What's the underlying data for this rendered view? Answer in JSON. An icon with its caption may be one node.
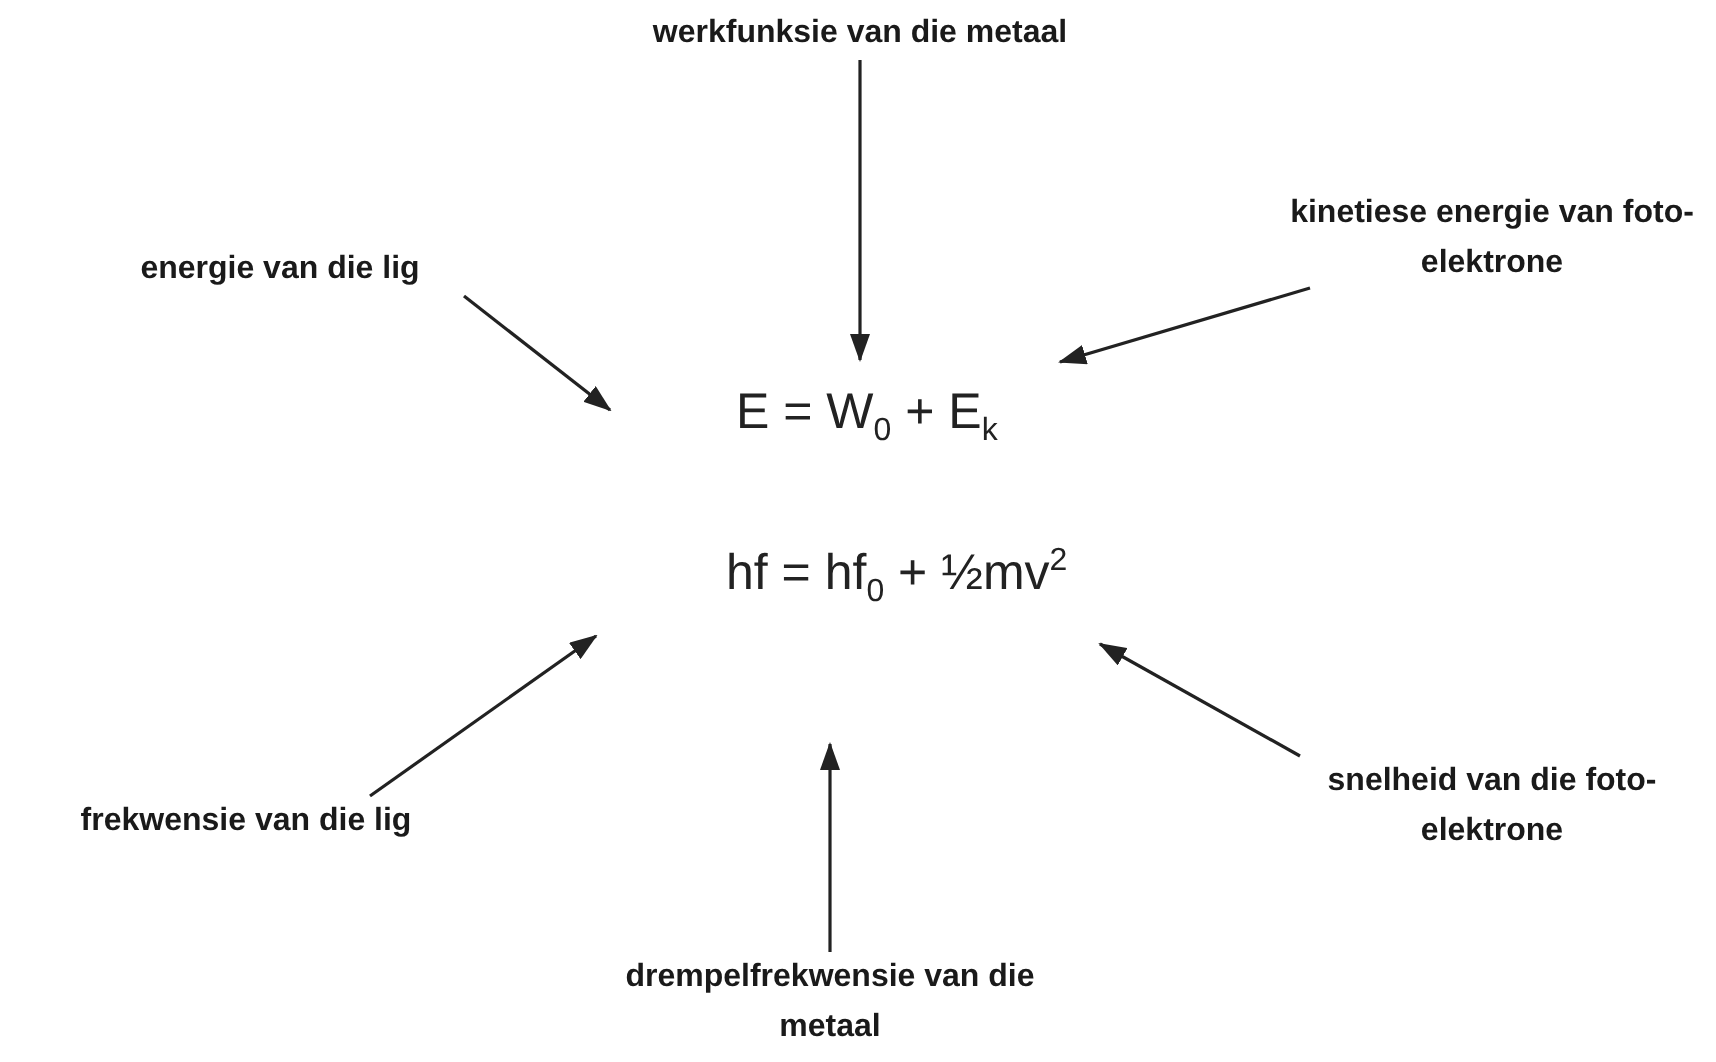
{
  "diagram": {
    "nodes": [
      {
        "text": [
          "werkfunksie van die metaal"
        ]
      },
      {
        "text": [
          "energie van die lig"
        ]
      },
      {
        "text": [
          "kinetiese energie van foto-elektrone"
        ]
      },
      {
        "text": [
          "E = W$_{0}$ + E$_{k}$"
        ]
      },
      {
        "text": [
          "hf = hf$_{0}$ + ½mv$^{2}$"
        ]
      },
      {
        "text": [
          "frekwensie van die lig"
        ]
      },
      {
        "text": [
          "snelheid van die foto-elektrone"
        ]
      },
      {
        "text": [
          "drempelfrekwensie van die metaal"
        ]
      }
    ],
    "edges": [
      {
        "from": 0,
        "to": 3,
        "arrow": "to"
      },
      {
        "from": 1,
        "to": 3,
        "arrow": "to"
      },
      {
        "from": 2,
        "to": 3,
        "arrow": "to"
      },
      {
        "from": 5,
        "to": 4,
        "arrow": "to"
      },
      {
        "from": 7,
        "to": 4,
        "arrow": "to"
      },
      {
        "from": 6,
        "to": 4,
        "arrow": "to"
      }
    ]
  }
}
